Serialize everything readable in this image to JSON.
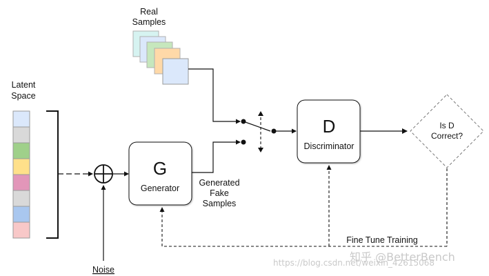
{
  "diagram": {
    "real_samples_label_line1": "Real",
    "real_samples_label_line2": "Samples",
    "latent_space_label_line1": "Latent",
    "latent_space_label_line2": "Space",
    "generator_letter": "G",
    "generator_label": "Generator",
    "discriminator_letter": "D",
    "discriminator_label": "Discriminator",
    "decision_line1": "Is D",
    "decision_line2": "Correct?",
    "generated_line1": "Generated",
    "generated_line2": "Fake",
    "generated_line3": "Samples",
    "noise_label": "Noise",
    "feedback_label": "Fine Tune Training",
    "adder_symbol": "⊕"
  },
  "watermark": {
    "text": "知乎 @BetterBench",
    "url": "https://blog.csdn.net/weixin_42615068"
  },
  "colors": {
    "latent_cells": [
      "#dbe8fb",
      "#d9d9d9",
      "#9fd08a",
      "#ffe08a",
      "#e296b9",
      "#d9d9d9",
      "#a9c7ef",
      "#f8c8c8"
    ],
    "sample_cards": [
      "#d6f3f1",
      "#dbe8fb",
      "#c6e7bd",
      "#ffd9a8",
      "#dbe8fb"
    ]
  }
}
